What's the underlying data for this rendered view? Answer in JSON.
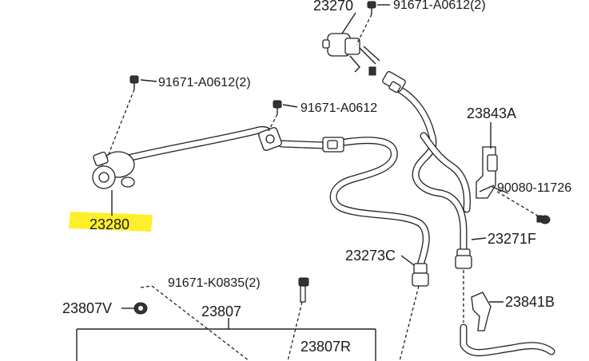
{
  "labels": {
    "l_23270": "23270",
    "l_91671_a0612_2_top": "91671-A0612(2)",
    "l_91671_a0612_2_left": "91671-A0612(2)",
    "l_91671_a0612": "91671-A0612",
    "l_23843a": "23843A",
    "l_90080_11726": "90080-11726",
    "l_23280": "23280",
    "l_23271f": "23271F",
    "l_23273c": "23273C",
    "l_91671_k0835_2": "91671-K0835(2)",
    "l_23841b": "23841B",
    "l_23807v": "23807V",
    "l_23807": "23807",
    "l_23807r": "23807R"
  },
  "highlight": {
    "part": "23280",
    "color": "#ffef2a"
  },
  "colors": {
    "line": "#222222",
    "background": "#ffffff"
  }
}
